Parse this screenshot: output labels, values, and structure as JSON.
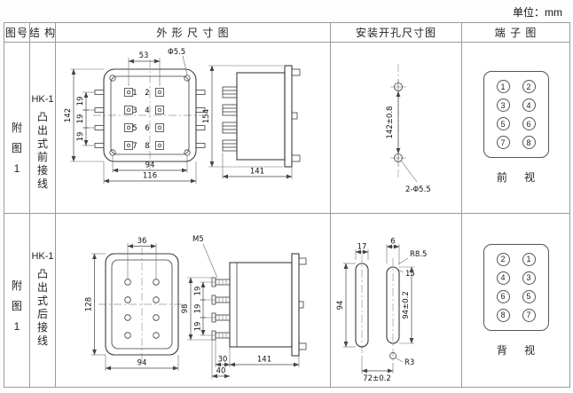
{
  "unit_label": "单位：mm",
  "headers": [
    "图号",
    "结 构",
    "外 形 尺 寸 图",
    "安装开孔尺寸图",
    "端 子 图"
  ],
  "rows": [
    {
      "fig_lines": [
        "附",
        "图",
        "1"
      ],
      "structure_title": "HK-1",
      "structure_lines": [
        "凸",
        "出",
        "式",
        "前",
        "接",
        "线"
      ],
      "outline": {
        "dim_top_width": "53",
        "dim_hole": "Φ5.5",
        "dim_height": "142",
        "dim_pitch": [
          "19",
          "19",
          "19"
        ],
        "dim_width_inner": "94",
        "dim_width_outer": "116",
        "dim_side_height": "154",
        "dim_depth": "141",
        "terminals": [
          "1",
          "2",
          "3",
          "4",
          "5",
          "6",
          "7",
          "8"
        ]
      },
      "mounting": {
        "dim_pitch_v": "142±0.8",
        "holes_label": "2-Φ5.5"
      },
      "terminal": {
        "cells": [
          "1",
          "2",
          "3",
          "4",
          "5",
          "6",
          "7",
          "8"
        ],
        "caption": "前 视"
      }
    },
    {
      "fig_lines": [
        "附",
        "图",
        "1"
      ],
      "structure_title": "HK-1",
      "structure_lines": [
        "凸",
        "出",
        "式",
        "后",
        "接",
        "线"
      ],
      "outline": {
        "dim_top_width": "36",
        "dim_height": "128",
        "dim_width": "94",
        "screw_label": "M5",
        "dim_pitch": [
          "19",
          "19",
          "19"
        ],
        "dim_pitch_total": "98",
        "dim_stud": "30",
        "dim_stud_outer": "40",
        "dim_depth": "141"
      },
      "mounting": {
        "dim_slot_top": "17",
        "dim_slot_width": "6",
        "dim_gap": "15",
        "radius_large": "R8.5",
        "dim_height": "94",
        "dim_pitch_v": "94±0.2",
        "radius_small": "R3",
        "dim_pitch_h": "72±0.2"
      },
      "terminal": {
        "cells": [
          "2",
          "1",
          "4",
          "3",
          "6",
          "5",
          "8",
          "7"
        ],
        "caption": "背 视"
      }
    }
  ]
}
